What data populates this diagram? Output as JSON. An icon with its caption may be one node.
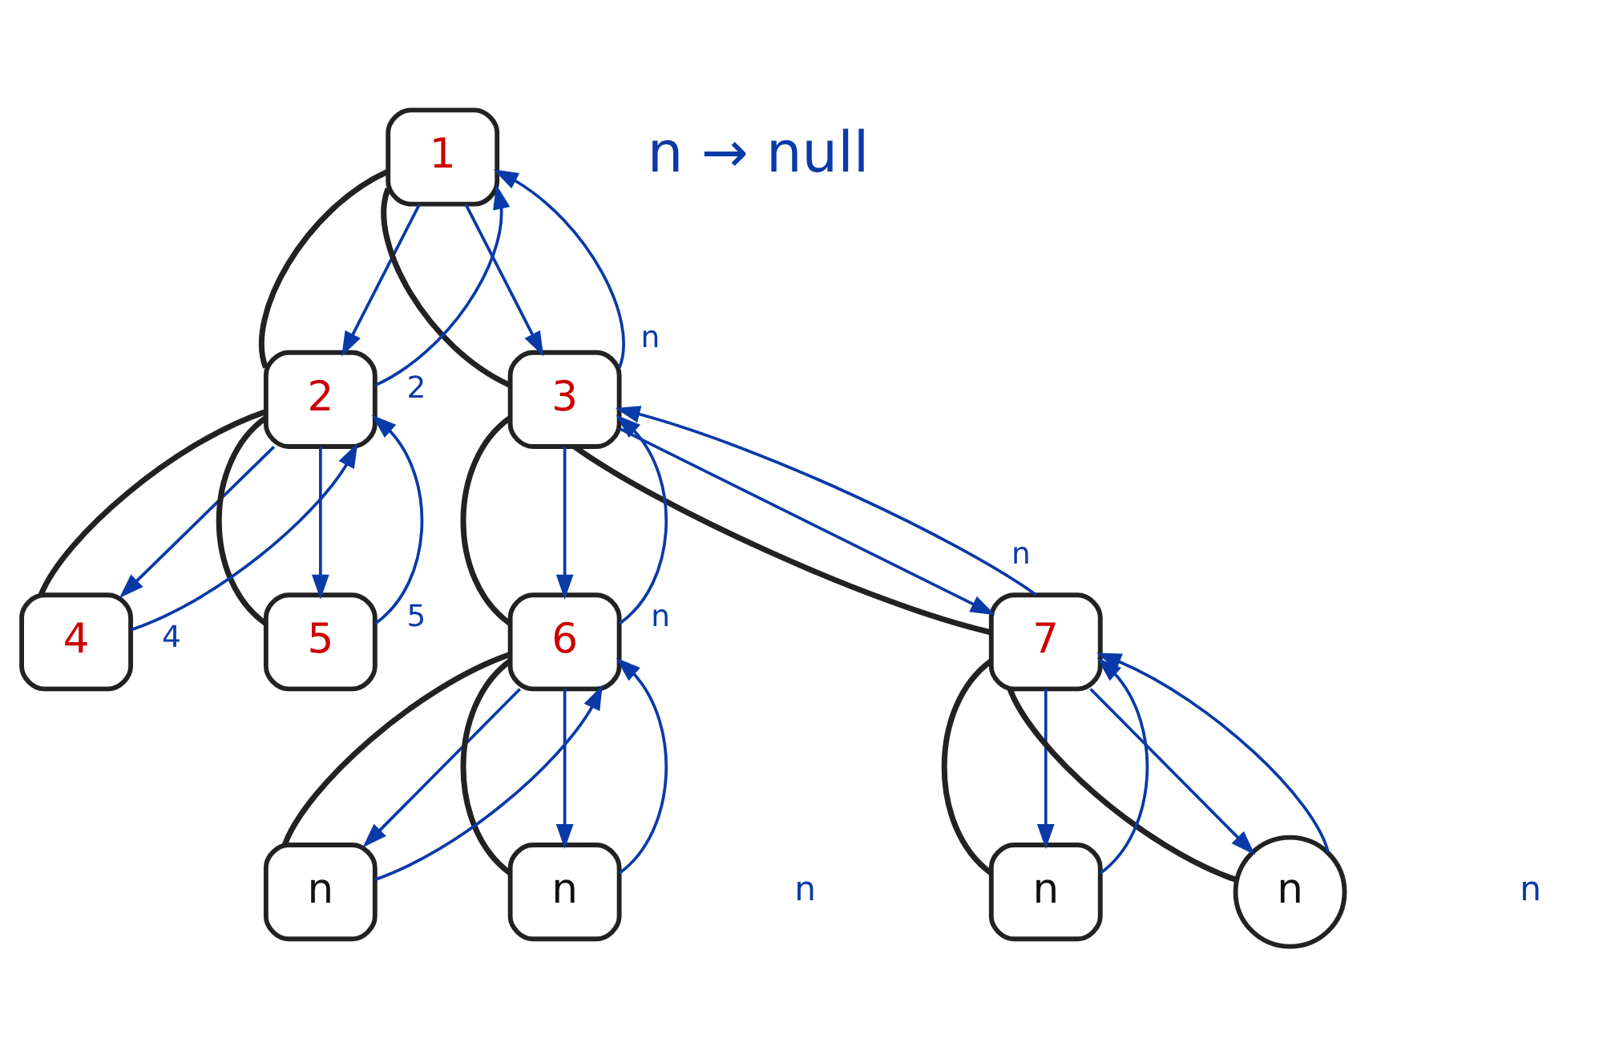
{
  "diagram": {
    "nodes": [
      {
        "text": [
          "1"
        ]
      },
      {
        "text": [
          "2"
        ]
      },
      {
        "text": [
          "3"
        ]
      },
      {
        "text": [
          "4"
        ]
      },
      {
        "text": [
          "5"
        ]
      },
      {
        "text": [
          "6"
        ]
      },
      {
        "text": [
          "7"
        ]
      },
      {
        "text": [
          "n"
        ]
      },
      {
        "text": [
          "n"
        ]
      },
      {
        "text": [
          "n"
        ]
      },
      {
        "text": [
          "n"
        ]
      }
    ],
    "edges": [
      {
        "from": 0,
        "to": 1,
        "arrow": "none",
        "color": "#222222",
        "style": "thick"
      },
      {
        "from": 0,
        "to": 2,
        "arrow": "none",
        "color": "#222222",
        "style": "thick"
      },
      {
        "from": 1,
        "to": 3,
        "arrow": "none",
        "color": "#222222",
        "style": "thick"
      },
      {
        "from": 1,
        "to": 4,
        "arrow": "none",
        "color": "#222222",
        "style": "thick"
      },
      {
        "from": 2,
        "to": 5,
        "arrow": "none",
        "color": "#222222",
        "style": "thick"
      },
      {
        "from": 2,
        "to": 6,
        "arrow": "none",
        "color": "#222222",
        "style": "thick"
      },
      {
        "from": 5,
        "to": 7,
        "arrow": "none",
        "color": "#222222",
        "style": "thick"
      },
      {
        "from": 5,
        "to": 8,
        "arrow": "none",
        "color": "#222222",
        "style": "thick"
      },
      {
        "from": 6,
        "to": 9,
        "arrow": "none",
        "color": "#222222",
        "style": "thick"
      },
      {
        "from": 6,
        "to": 10,
        "arrow": "none",
        "color": "#222222",
        "style": "thick"
      },
      {
        "from": 0,
        "to": 1,
        "arrow": "to"
      },
      {
        "from": 1,
        "to": 0,
        "arrow": "to",
        "label": "2"
      },
      {
        "from": 0,
        "to": 2,
        "arrow": "to"
      },
      {
        "from": 2,
        "to": 0,
        "arrow": "to",
        "label": "n"
      },
      {
        "from": 1,
        "to": 3,
        "arrow": "to"
      },
      {
        "from": 3,
        "to": 1,
        "arrow": "to",
        "label": "4"
      },
      {
        "from": 1,
        "to": 4,
        "arrow": "to"
      },
      {
        "from": 4,
        "to": 1,
        "arrow": "to",
        "label": "5"
      },
      {
        "from": 2,
        "to": 5,
        "arrow": "to"
      },
      {
        "from": 5,
        "to": 2,
        "arrow": "to",
        "label": "n"
      },
      {
        "from": 2,
        "to": 6,
        "arrow": "to"
      },
      {
        "from": 6,
        "to": 2,
        "arrow": "to",
        "label": "n"
      },
      {
        "from": 5,
        "to": 7,
        "arrow": "to"
      },
      {
        "from": 7,
        "to": 5,
        "arrow": "to"
      },
      {
        "from": 5,
        "to": 8,
        "arrow": "to"
      },
      {
        "from": 8,
        "to": 5,
        "arrow": "to"
      },
      {
        "from": 6,
        "to": 9,
        "arrow": "to"
      },
      {
        "from": 9,
        "to": 6,
        "arrow": "to"
      },
      {
        "from": 6,
        "to": 10,
        "arrow": "to"
      },
      {
        "from": 10,
        "to": 6,
        "arrow": "to"
      }
    ],
    "labels": [
      "n → null",
      "n",
      "n"
    ]
  }
}
